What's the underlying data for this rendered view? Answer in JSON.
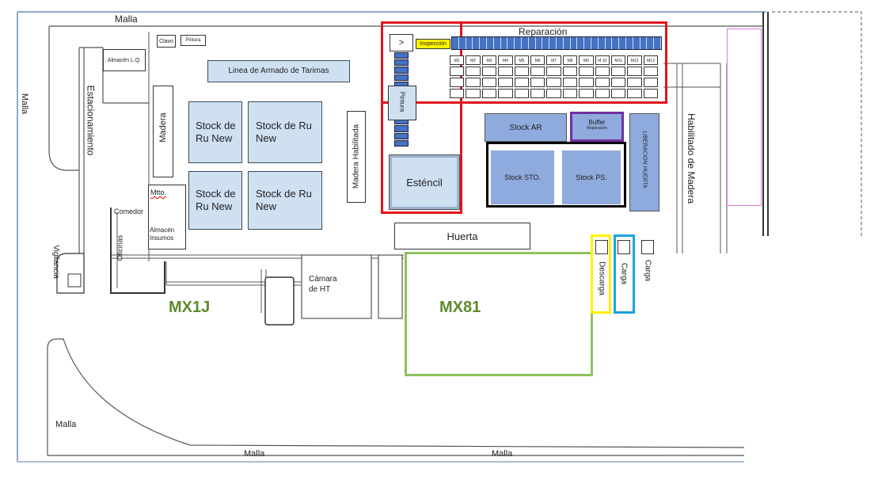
{
  "colors": {
    "red_zone": "#e0141b",
    "green_zone": "#8dc25b",
    "yellow_zone": "#fff200",
    "blue_zone": "#1aa3e0",
    "purple_box": "#7030a0",
    "magenta_box": "#e07ae0",
    "stock_fill": "#cfe0f1",
    "blue_fill": "#8faadc",
    "rack_fill": "#4472c4",
    "label_green": "#5b8c2a"
  },
  "labels": {
    "malla_top": "Malla",
    "malla_left": "Malla",
    "malla_bottom_left": "Malla",
    "malla_bottom_1": "Malla",
    "malla_bottom_2": "Malla",
    "estacionamiento": "Estacionamiento",
    "almacen_lq": "Almacén L.Q.",
    "clavo": "Clavo",
    "pintura": "Pintura",
    "linea_armado": "Linea de Armado de Tarimas",
    "madera": "Madera",
    "stock_ru_new": "Stock de Ru New",
    "madera_habilitada": "Madera Habilitada",
    "mtto": "Mtto.",
    "comedor": "Comedor",
    "almacen_insumos": "Almacén Insumos",
    "oficinas": "Oficinas",
    "vigilancia": "Vigilancia",
    "camara_ht": "Cámara de HT",
    "mx1j": "MX1J",
    "mx81": "MX81",
    "huerta": "Huerta",
    "reparacion": "Reparación",
    "inspeccion": "Inspección",
    "arrow": ">",
    "pintura_area": "Pintura",
    "estencil": "Esténcil",
    "stock_ar": "Stock AR",
    "buffer": "Buffer",
    "buffer_sub": "Reparación",
    "liberacion_huerta": "LIBERACIÓN HUERTA",
    "stock_sto": "Stock STO.",
    "stock_ps": "Stock PS.",
    "habilitado_madera": "Habilitado de Madera",
    "descarga": "Descarga",
    "carga_1": "Carga",
    "carga_2": "Carga"
  },
  "repair_stations": [
    "M1",
    "M2",
    "M3",
    "M4",
    "M5",
    "M6",
    "M7",
    "M8",
    "M9",
    "M 10",
    "M11",
    "M12",
    "M13"
  ]
}
